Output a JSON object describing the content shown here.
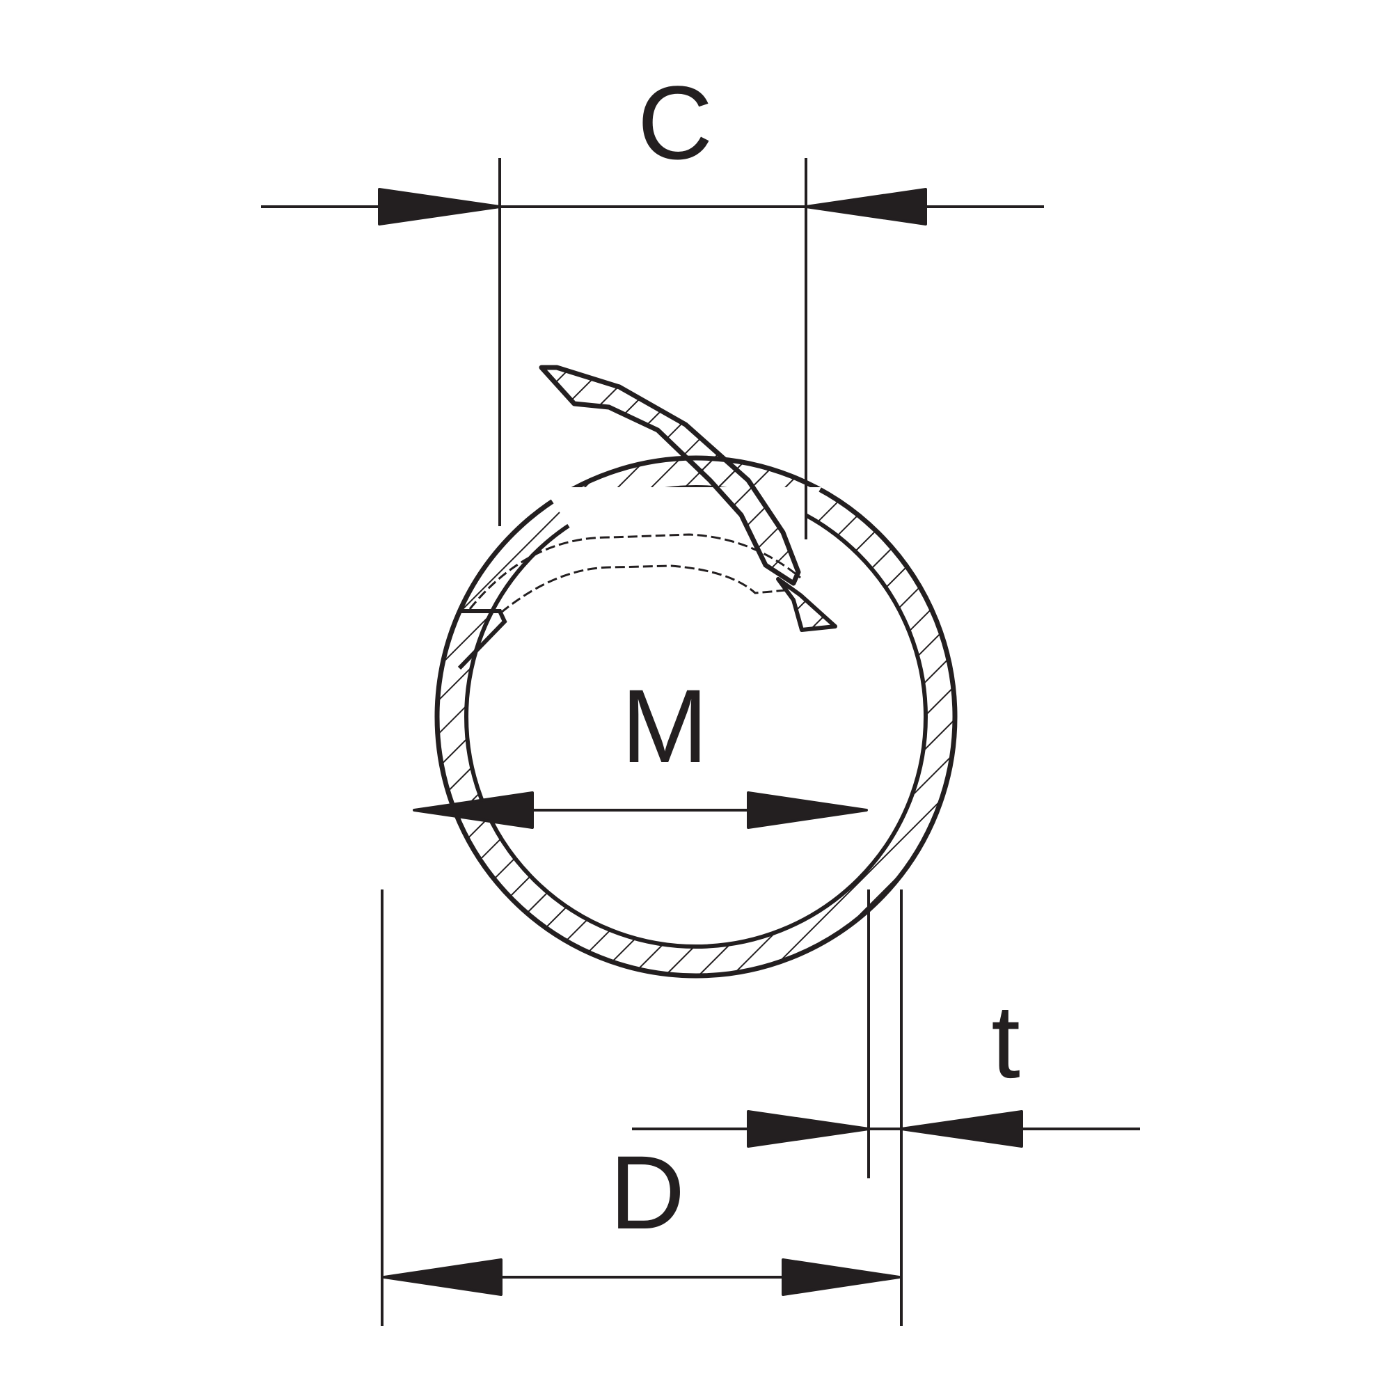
{
  "labels": {
    "chord": "C",
    "inner_diameter": "M",
    "outer_diameter": "D",
    "thickness": "t"
  },
  "colors": {
    "stroke": "#231f20",
    "background": "#ffffff"
  }
}
